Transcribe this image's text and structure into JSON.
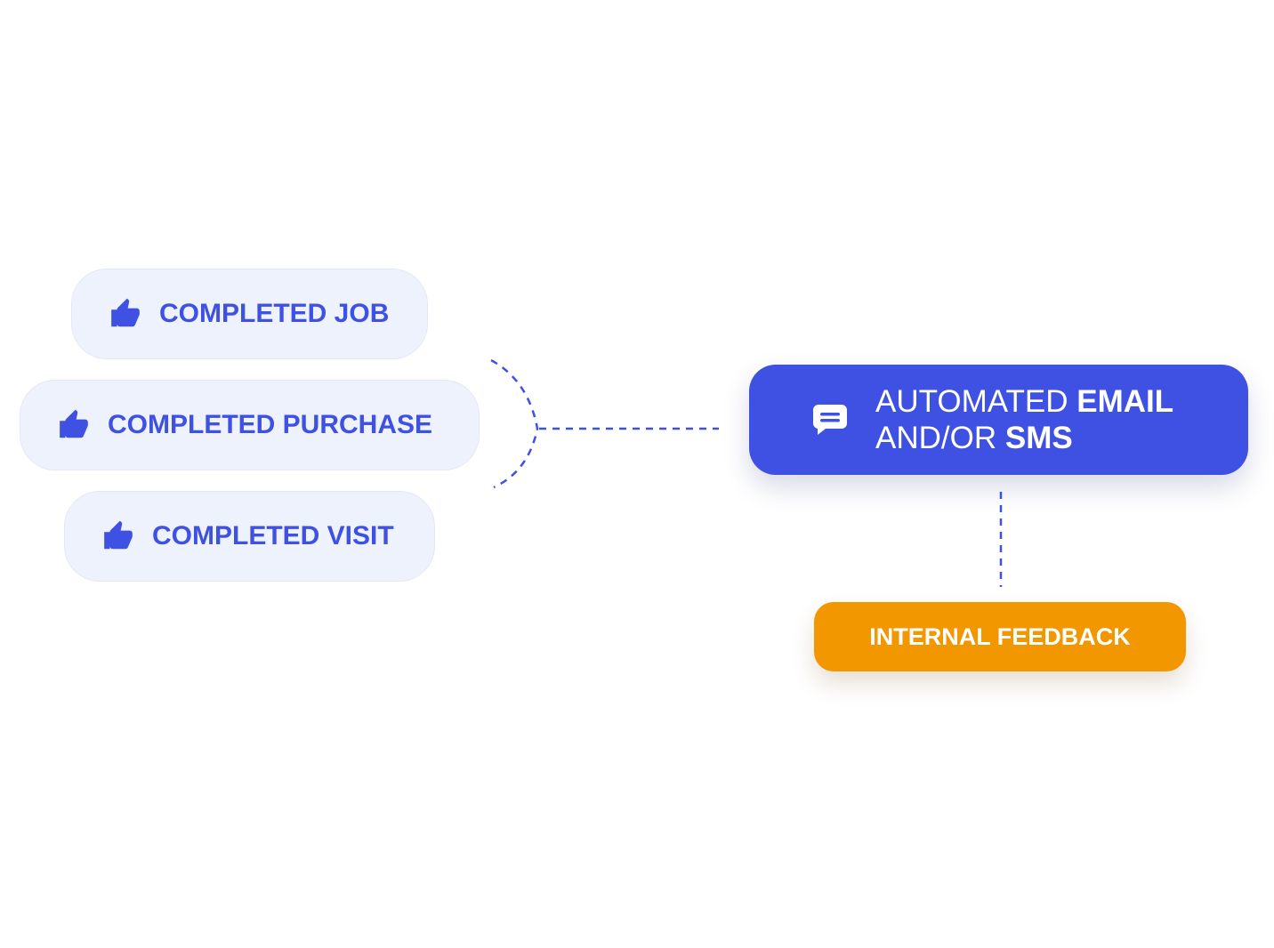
{
  "triggers": [
    {
      "label": "COMPLETED JOB",
      "icon": "thumbs-up-icon"
    },
    {
      "label": "COMPLETED PURCHASE",
      "icon": "thumbs-up-icon"
    },
    {
      "label": "COMPLETED VISIT",
      "icon": "thumbs-up-icon"
    }
  ],
  "message": {
    "icon": "chat-bubble-icon",
    "line1_regular": "AUTOMATED ",
    "line1_bold": "EMAIL",
    "line2_regular": "AND/OR ",
    "line2_bold": "SMS"
  },
  "feedback": {
    "label": "INTERNAL FEEDBACK"
  },
  "colors": {
    "primary": "#3f51e3",
    "trigger_bg": "#eef2fd",
    "feedback": "#f29700",
    "text_on_dark": "#ffffff"
  }
}
